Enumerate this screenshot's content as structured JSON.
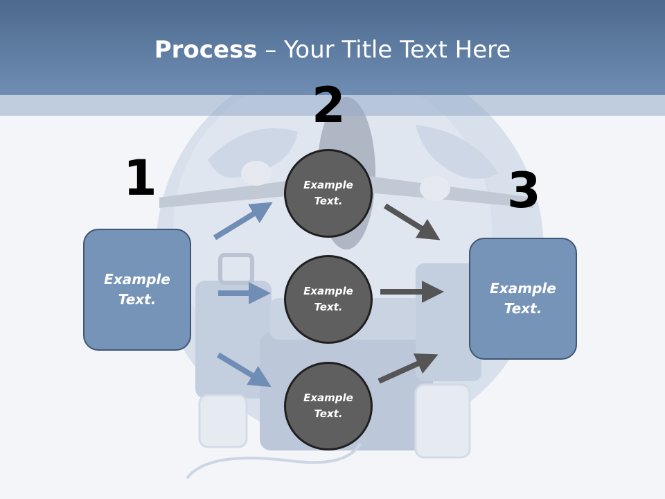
{
  "slide": {
    "title_bold": "Process",
    "title_rest": " – Your Title Text Here"
  },
  "steps": [
    {
      "number": "1",
      "text_line1": "Example",
      "text_line2": "Text."
    },
    {
      "number": "2",
      "text_line1": "Example",
      "text_line2": "Text."
    },
    {
      "number": "3",
      "text_line1": "Example",
      "text_line2": "Text."
    }
  ],
  "circles": [
    {
      "text_line1": "Example",
      "text_line2": "Text."
    },
    {
      "text_line1": "Example",
      "text_line2": "Text."
    },
    {
      "text_line1": "Example",
      "text_line2": "Text."
    }
  ],
  "colors": {
    "header": "#5f7ca3",
    "box_fill": "#7694b8",
    "circle_fill": "#5f5f5f",
    "blue_arrow": "#6f8db5",
    "dark_arrow": "#555555"
  }
}
